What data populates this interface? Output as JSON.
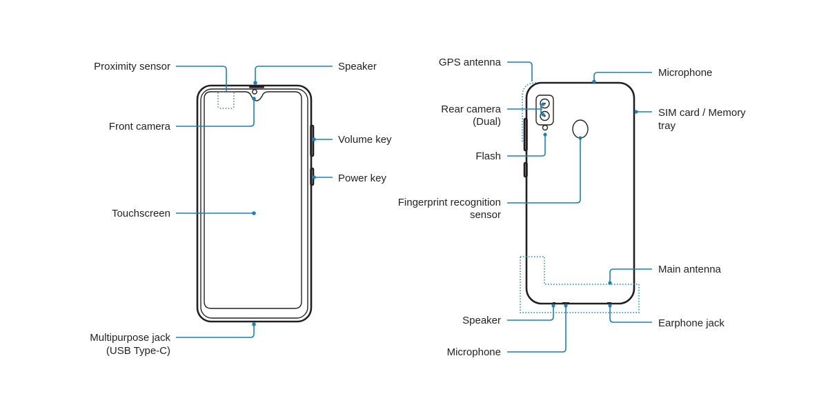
{
  "front": {
    "labels": {
      "proximity_sensor": "Proximity sensor",
      "front_camera": "Front camera",
      "touchscreen": "Touchscreen",
      "multipurpose_jack_1": "Multipurpose jack",
      "multipurpose_jack_2": "(USB Type-C)",
      "speaker": "Speaker",
      "volume_key": "Volume key",
      "power_key": "Power key"
    }
  },
  "back": {
    "labels": {
      "gps_antenna": "GPS antenna",
      "rear_camera_1": "Rear camera",
      "rear_camera_2": "(Dual)",
      "flash": "Flash",
      "fingerprint_1": "Fingerprint recognition",
      "fingerprint_2": "sensor",
      "speaker": "Speaker",
      "microphone_bottom": "Microphone",
      "microphone_top": "Microphone",
      "sim_tray_1": "SIM card / Memory",
      "sim_tray_2": "tray",
      "main_antenna": "Main antenna",
      "earphone_jack": "Earphone jack"
    }
  },
  "colors": {
    "leader": "#1e7fb8",
    "outline": "#231f20",
    "background": "#ffffff"
  }
}
